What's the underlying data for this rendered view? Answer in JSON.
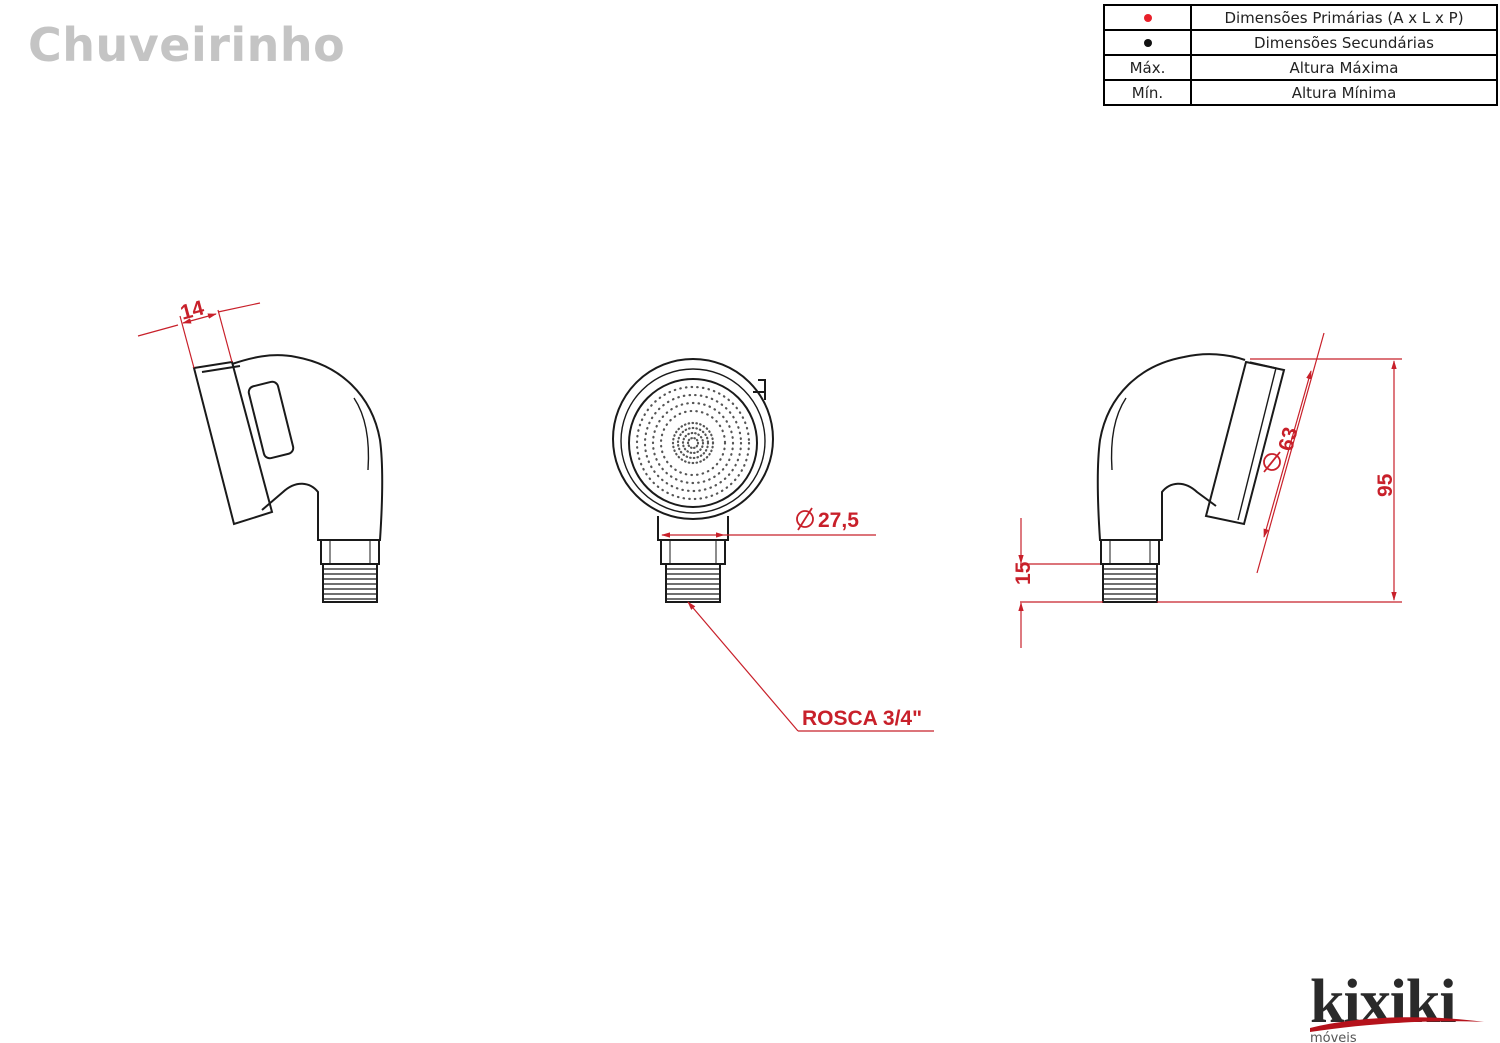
{
  "title": "Chuveirinho",
  "legend": {
    "rows": [
      {
        "key_icon": "red-dot",
        "key_text": "",
        "desc": "Dimensões Primárias (A x L x P)"
      },
      {
        "key_icon": "black-dot",
        "key_text": "",
        "desc": "Dimensões Secundárias"
      },
      {
        "key_icon": "",
        "key_text": "Máx.",
        "desc": "Altura Máxima"
      },
      {
        "key_icon": "",
        "key_text": "Mín.",
        "desc": "Altura Mínima"
      }
    ]
  },
  "dimensions": {
    "depth": "14",
    "nozzle_diameter": "27,5",
    "thread": "ROSCA 3/4\"",
    "head_diameter": "63",
    "height": "95",
    "thread_height": "15"
  },
  "colors": {
    "dimension": "#c8202a",
    "outline": "#1a1a1a",
    "title": "#c4c4c4"
  },
  "brand": {
    "name": "kixiki",
    "tagline": "móveis"
  }
}
